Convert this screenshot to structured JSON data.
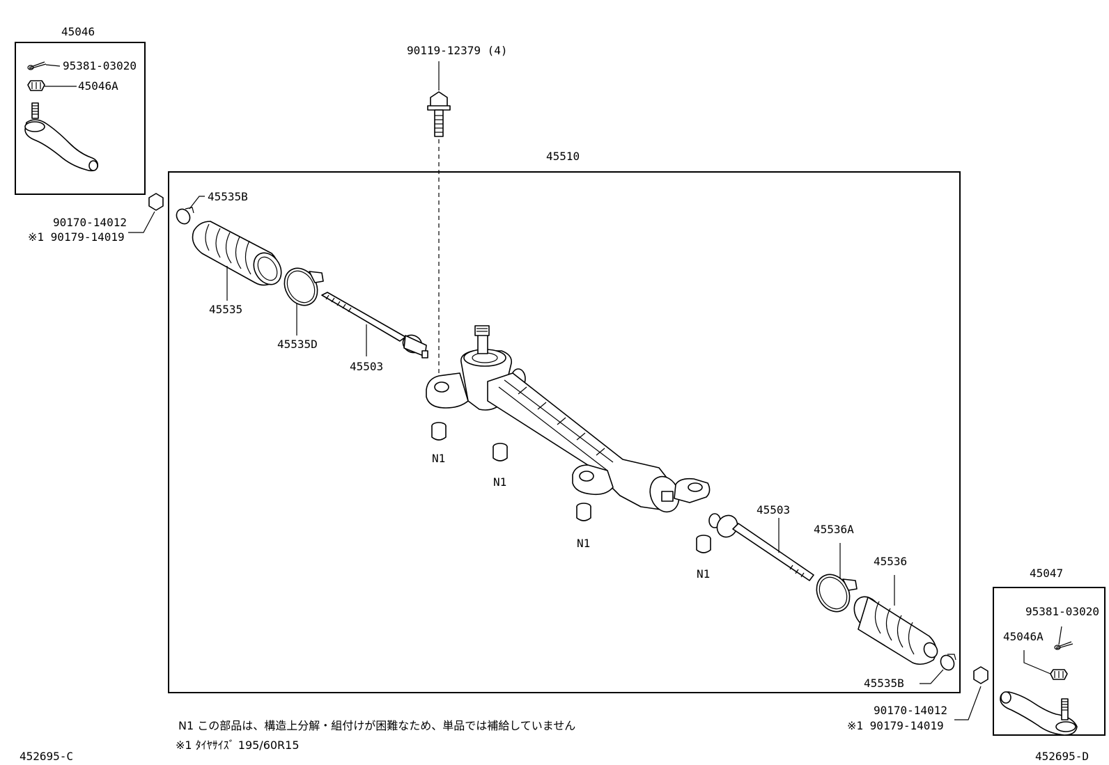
{
  "labels": {
    "l45046": "45046",
    "l95381_top": "95381-03020",
    "l45046A_top": "45046A",
    "l90170_left": "90170-14012",
    "l90179_left": "※1 90179-14019",
    "l90119": "90119-12379 (4)",
    "l45510": "45510",
    "l45535B_top": "45535B",
    "l45535": "45535",
    "l45535D": "45535D",
    "l45503_left": "45503",
    "l45503_right": "45503",
    "l45536A": "45536A",
    "l45536": "45536",
    "l45535B_bottom": "45535B",
    "n1_a": "N1",
    "n1_b": "N1",
    "n1_c": "N1",
    "n1_d": "N1",
    "l45047": "45047",
    "l95381_right": "95381-03020",
    "l45046A_right": "45046A",
    "l90170_right": "90170-14012",
    "l90179_right": "※1 90179-14019"
  },
  "notes": {
    "n1_note": "N1  この部品は、構造上分解・組付けが困難なため、単品では補給していません",
    "tire_note": "※1  ﾀｲﾔｻｲｽﾞ   195/60R15"
  },
  "codes": {
    "left_code": "452695-C",
    "right_code": "452695-D"
  }
}
